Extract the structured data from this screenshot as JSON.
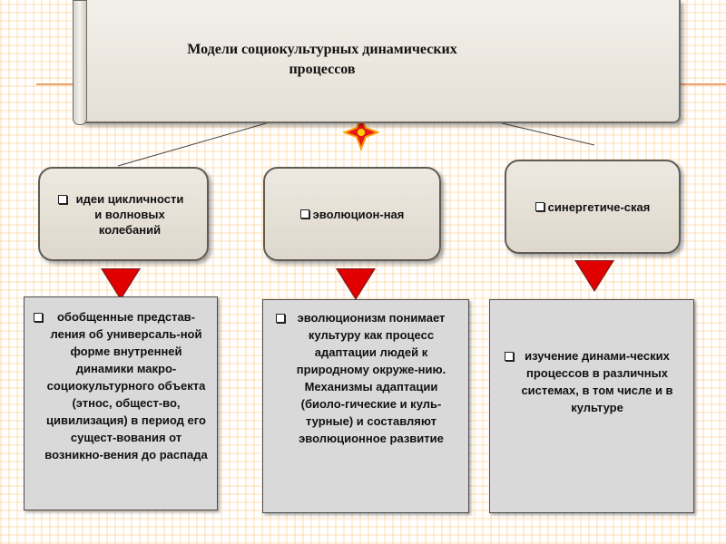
{
  "title": "Модели социокультурных динамических процессов",
  "models": [
    {
      "name": "идеи цикличности и волновых колебаний",
      "description": "обобщенные представ-ления об универсаль-ной форме внутренней динамики макро-социокультурного объекта (этнос, общест-во, цивилизация) в период его сущест-вования от возникно-вения до распада"
    },
    {
      "name": "эволюцион-ная",
      "description": "эволюционизм понимает культуру как процесс адаптации людей к природному окруже-нию. Механизмы адаптации (биоло-гические и куль-турные) и составляют эволюционное развитие"
    },
    {
      "name": "синергетиче-ская",
      "description": "изучение динами-ческих процессов в различных системах, в том числе и в культуре"
    }
  ],
  "colors": {
    "arrow": "#e00000",
    "star": "#e8171a",
    "gray_box": "#d9d9d9",
    "mid_box": "#e6e1d8"
  }
}
